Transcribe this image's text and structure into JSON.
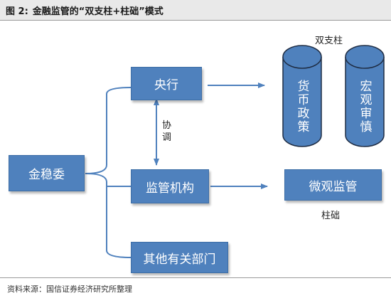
{
  "figure": {
    "number": "图 2:",
    "title": "金融监管的“双支柱+柱础”模式"
  },
  "diagram": {
    "root": "金稳委",
    "central_bank": "央行",
    "regulators": "监管机构",
    "others": "其他有关部门",
    "coordination": "协调",
    "pillars_heading": "双支柱",
    "pillar_left": "货币政策",
    "pillar_right": "宏观审慎",
    "foundation_box": "微观监管",
    "foundation_label": "柱础"
  },
  "source": "资料来源：国信证券经济研究所整理",
  "colors": {
    "box_fill": "#4f81bd",
    "line": "#4f81bd",
    "pillar_fill": "#4f81bd",
    "pillar_outline": "#1f2d44"
  }
}
